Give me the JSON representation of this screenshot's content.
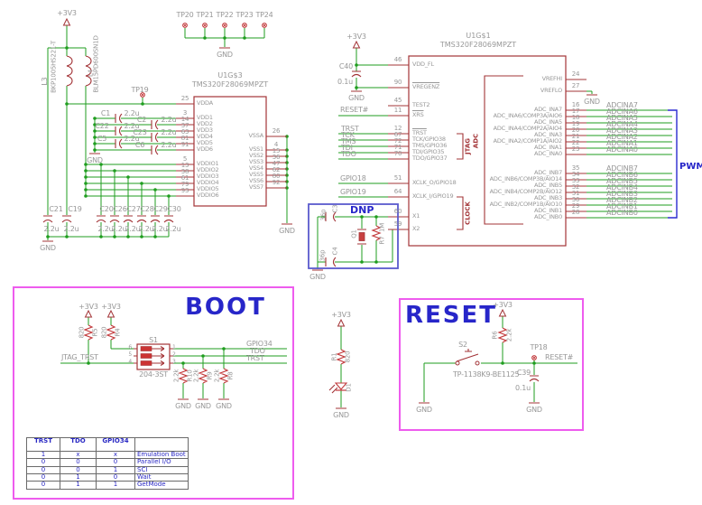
{
  "nets": {
    "power": "+3V3",
    "ground": "GND",
    "reset": "RESET#",
    "jtag_trst": "JTAG_TRST",
    "jtag": [
      "TRST",
      "TCK",
      "TMS",
      "TDI",
      "TDO"
    ],
    "gpio": [
      "GPIO18",
      "GPIO19"
    ],
    "boot_out": [
      "GPIO34",
      "TDO",
      "TRST"
    ],
    "adc_a": [
      "ADCINA7",
      "ADCINA6",
      "ADCINA5",
      "ADCINA4",
      "ADCINA3",
      "ADCINA2",
      "ADCINA1",
      "ADCINA0"
    ],
    "adc_b": [
      "ADCINB7",
      "ADCINB6",
      "ADCINB5",
      "ADCINB4",
      "ADCINB3",
      "ADCINB2",
      "ADCINB1",
      "ADCINB0"
    ],
    "pwm": "PWM"
  },
  "test_points": [
    "TP20",
    "TP21",
    "TP22",
    "TP23",
    "TP24",
    "TP19",
    "TP18"
  ],
  "chips": {
    "u1g3": {
      "ref": "U1G$3",
      "part": "TMS320F28069MPZT",
      "left_pins": [
        {
          "num": "25",
          "name": "VDDA"
        },
        {
          "num": "3",
          "name": "VDD1"
        },
        {
          "num": "14",
          "name": "VDD2"
        },
        {
          "num": "37",
          "name": "VDD3"
        },
        {
          "num": "63",
          "name": "VDD4"
        },
        {
          "num": "81",
          "name": "VDD5"
        },
        {
          "num": "91",
          "name": "VDD6"
        },
        {
          "num": "5",
          "name": "VDDIO1"
        },
        {
          "num": "13",
          "name": "VDDIO2"
        },
        {
          "num": "38",
          "name": "VDDIO3"
        },
        {
          "num": "61",
          "name": "VDDIO4"
        },
        {
          "num": "79",
          "name": "VDDIO5"
        },
        {
          "num": "93",
          "name": "VDDIO6"
        }
      ],
      "right_pins": [
        {
          "num": "26",
          "name": "VSSA"
        },
        {
          "num": "4",
          "name": "VSS1"
        },
        {
          "num": "15",
          "name": "VSS2"
        },
        {
          "num": "36",
          "name": "VSS3"
        },
        {
          "num": "47",
          "name": "VSS4"
        },
        {
          "num": "62",
          "name": "VSS5"
        },
        {
          "num": "80",
          "name": "VSS6"
        },
        {
          "num": "92",
          "name": "VSS7"
        }
      ]
    },
    "u1g1": {
      "ref": "U1G$1",
      "part": "TMS320F28069MPZT",
      "left_pins": [
        {
          "num": "46",
          "name": "VDD_FL"
        },
        {
          "num": "90",
          "name": "VREGENZ",
          "bar": true
        },
        {
          "num": "45",
          "name": "TEST2"
        },
        {
          "num": "11",
          "name": "XRS",
          "bar": true
        },
        {
          "num": "12",
          "name": "TRST",
          "bar": true
        },
        {
          "num": "67",
          "name": "TCK/GPIO38"
        },
        {
          "num": "72",
          "name": "TMS/GPIO36"
        },
        {
          "num": "71",
          "name": "TDI/GPIO35"
        },
        {
          "num": "70",
          "name": "TDO/GPIO37"
        },
        {
          "num": "51",
          "name": "XCLK_O/GPIO18"
        },
        {
          "num": "64",
          "name": "XCLK_I/GPIO19"
        },
        {
          "num": "60",
          "name": "X1"
        },
        {
          "num": "59",
          "name": "X2"
        }
      ],
      "right_pins": [
        {
          "num": "24",
          "name": "VREFHI"
        },
        {
          "num": "27",
          "name": "VREFLO"
        },
        {
          "num": "16",
          "name": "ADC_INA7"
        },
        {
          "num": "17",
          "name": "ADC_INA6/COMP3A/AIO6"
        },
        {
          "num": "18",
          "name": "ADC_INA5"
        },
        {
          "num": "19",
          "name": "ADC_INA4/COMP2A/AIO4"
        },
        {
          "num": "20",
          "name": "ADC_INA3"
        },
        {
          "num": "21",
          "name": "ADC_INA2/COMP1A/AIO2"
        },
        {
          "num": "22",
          "name": "ADC_INA1"
        },
        {
          "num": "23",
          "name": "ADC_INA0"
        },
        {
          "num": "35",
          "name": "ADC_INB7"
        },
        {
          "num": "34",
          "name": "ADC_INB6/COMP3B/AIO14"
        },
        {
          "num": "33",
          "name": "ADC_INB5"
        },
        {
          "num": "32",
          "name": "ADC_INB4/COMP2B/AIO12"
        },
        {
          "num": "31",
          "name": "ADC_INB3"
        },
        {
          "num": "30",
          "name": "ADC_INB2/COMP1B/AIO10"
        },
        {
          "num": "29",
          "name": "ADC_INB1"
        },
        {
          "num": "28",
          "name": "ADC_INB0"
        }
      ],
      "group_labels": {
        "jtag": "JTAG",
        "adc": "ADC",
        "clock": "CLOCK"
      }
    }
  },
  "components": {
    "L3": {
      "ref": "L3",
      "value": "BKP1005HS221-T"
    },
    "L4": {
      "ref": "L4",
      "value": "BLM15PD600SN1D"
    },
    "C1": {
      "ref": "C1",
      "value": "2.2u"
    },
    "C2": {
      "ref": "C2",
      "value": "2.2u"
    },
    "C5": {
      "ref": "C5",
      "value": "2.2u"
    },
    "C6": {
      "ref": "C6",
      "value": "2.2u"
    },
    "C22": {
      "ref": "C22",
      "value": "2.2u"
    },
    "C23": {
      "ref": "C23",
      "value": "2.2u"
    },
    "C19": {
      "ref": "C19",
      "value": "2.2u"
    },
    "C20": {
      "ref": "C20",
      "value": "2.2u"
    },
    "C21": {
      "ref": "C21",
      "value": "2.2u"
    },
    "C26": {
      "ref": "C26",
      "value": "2.2u"
    },
    "C27": {
      "ref": "C27",
      "value": "2.2u"
    },
    "C28": {
      "ref": "C28",
      "value": "2.2u"
    },
    "C29": {
      "ref": "C29",
      "value": "2.2u"
    },
    "C30": {
      "ref": "C30",
      "value": "2.2u"
    },
    "C3": {
      "ref": "C3",
      "value": "36p"
    },
    "C4": {
      "ref": "C4",
      "value": "36p"
    },
    "C39": {
      "ref": "C39",
      "value": "0.1u"
    },
    "C40": {
      "ref": "C40",
      "value": "0.1u"
    },
    "R1": {
      "ref": "R1",
      "value": "820"
    },
    "R4": {
      "ref": "R4",
      "value": "820"
    },
    "R5": {
      "ref": "R5",
      "value": "820"
    },
    "R6": {
      "ref": "R6",
      "value": "2.2k"
    },
    "R7": {
      "ref": "R7",
      "value": "1M"
    },
    "R8": {
      "ref": "R8",
      "value": "2.2k"
    },
    "R9": {
      "ref": "R9",
      "value": "2.2k"
    },
    "R10": {
      "ref": "R10",
      "value": "2.2k"
    },
    "Q1": {
      "ref": "Q1",
      "value": ""
    },
    "D1": {
      "ref": "D1",
      "value": ""
    },
    "S1": {
      "ref": "S1",
      "value": "204-3ST"
    },
    "S2": {
      "ref": "S2",
      "value": "TP-1138K9-BE1125"
    }
  },
  "s1_pin_numbers": {
    "left": [
      "6",
      "5",
      "4"
    ],
    "right": [
      "1",
      "2",
      "3"
    ]
  },
  "sections": {
    "boot": {
      "title": "BOOT"
    },
    "reset": {
      "title": "RESET"
    },
    "dnp": {
      "label": "DNP"
    }
  },
  "boot_table": {
    "headers": [
      "TRST",
      "TDO",
      "GPIO34",
      ""
    ],
    "rows": [
      [
        "1",
        "x",
        "x",
        "Emulation Boot"
      ],
      [
        "0",
        "0",
        "0",
        "Parallel I/O"
      ],
      [
        "0",
        "0",
        "1",
        "SCI"
      ],
      [
        "0",
        "1",
        "0",
        "Wait"
      ],
      [
        "0",
        "1",
        "1",
        "GetMode"
      ]
    ]
  },
  "colors": {
    "wire": "#1f9d1f",
    "component": "#a33437",
    "accent": "#c23a3c",
    "text": "#979797",
    "blue": "#2726c9",
    "frame_pink": "#ee5cee",
    "frame_blue": "#5a5ace",
    "table_border": "#6a6a6a"
  }
}
